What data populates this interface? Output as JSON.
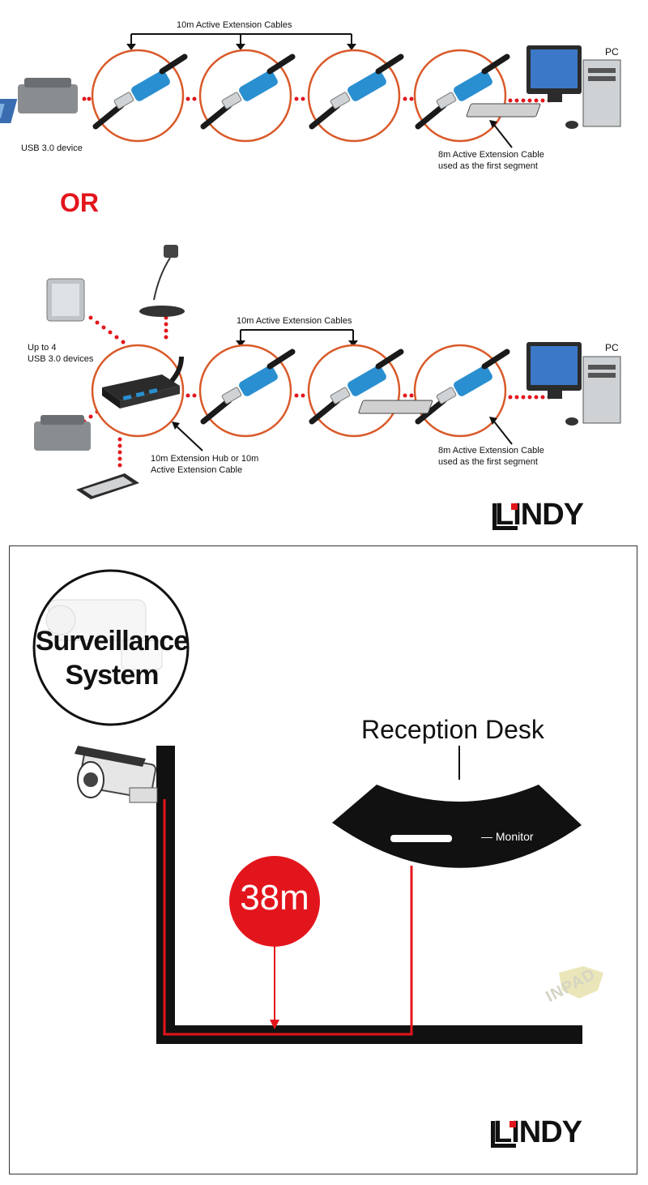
{
  "top_diagram": {
    "bracket_label": "10m Active Extension Cables",
    "pc_label": "PC",
    "device_label": "USB 3.0 device",
    "first_segment_label": {
      "line1": "8m Active Extension Cable",
      "line2": "used as the first segment"
    }
  },
  "separator": "OR",
  "middle_diagram": {
    "bracket_label": "10m Active Extension Cables",
    "pc_label": "PC",
    "devices_label": {
      "line1": "Up to 4",
      "line2": "USB 3.0 devices"
    },
    "hub_label": {
      "line1": "10m Extension Hub or 10m",
      "line2": "Active Extension Cable"
    },
    "first_segment_label": {
      "line1": "8m Active Extension Cable",
      "line2": "used as the first segment"
    }
  },
  "brand": "LINDY",
  "surveillance": {
    "title_line1": "Surveillance",
    "title_line2": "System",
    "reception_label": "Reception Desk",
    "monitor_label": "— Monitor",
    "distance_label": "38m",
    "watermark": "INPAD"
  },
  "colors": {
    "accent_red": "#e3151c",
    "cable_blue": "#2a8fd0",
    "black": "#111111"
  }
}
